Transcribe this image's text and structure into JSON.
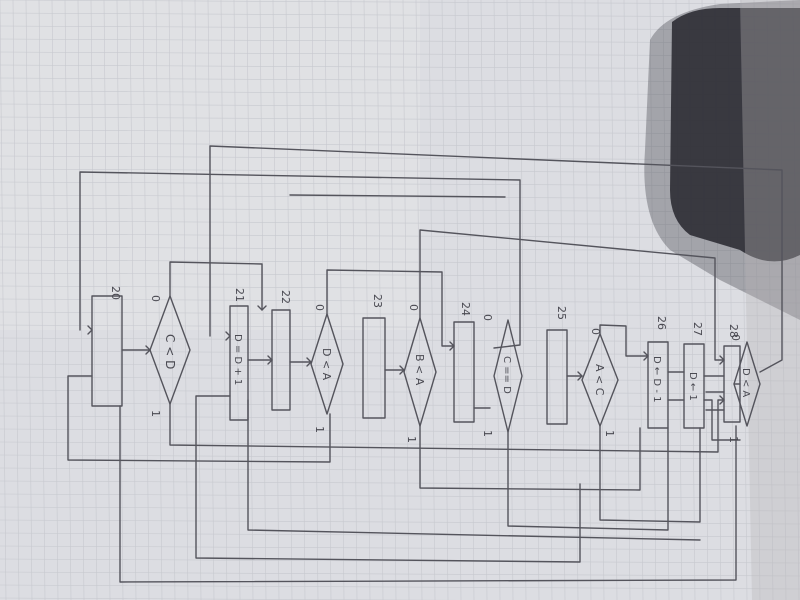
{
  "diagram": {
    "kind": "hand-drawn flowchart on grid paper (photo rotated)",
    "blocks": [
      {
        "id": "20",
        "label": "",
        "shape": "rect"
      },
      {
        "id": "c1",
        "label": "C < D",
        "shape": "diamond",
        "true_label": "1",
        "false_label": "0"
      },
      {
        "id": "21",
        "label": "D = D + 1",
        "shape": "rect"
      },
      {
        "id": "22",
        "label": "",
        "shape": "rect"
      },
      {
        "id": "c2",
        "label": "D < A",
        "shape": "diamond",
        "true_label": "1",
        "false_label": "0"
      },
      {
        "id": "23",
        "label": "",
        "shape": "rect"
      },
      {
        "id": "c3",
        "label": "B < A",
        "shape": "diamond",
        "true_label": "1",
        "false_label": "0"
      },
      {
        "id": "24",
        "label": "",
        "shape": "rect"
      },
      {
        "id": "c4",
        "label": "C == D",
        "shape": "diamond",
        "true_label": "1",
        "false_label": "0"
      },
      {
        "id": "25",
        "label": "",
        "shape": "rect"
      },
      {
        "id": "c5",
        "label": "A < C",
        "shape": "diamond",
        "true_label": "1",
        "false_label": "0"
      },
      {
        "id": "26",
        "label": "D ← D - 1",
        "shape": "rect"
      },
      {
        "id": "27",
        "label": "D ← 1",
        "shape": "rect"
      },
      {
        "id": "28",
        "label": "",
        "shape": "rect"
      },
      {
        "id": "c6",
        "label": "D < A",
        "shape": "diamond",
        "true_label": "1",
        "false_label": "0"
      }
    ]
  },
  "colors": {
    "paper": "#dcdde2",
    "ink": "#55555e",
    "background": "#b8ab98",
    "shadow": "#2b2b32"
  }
}
